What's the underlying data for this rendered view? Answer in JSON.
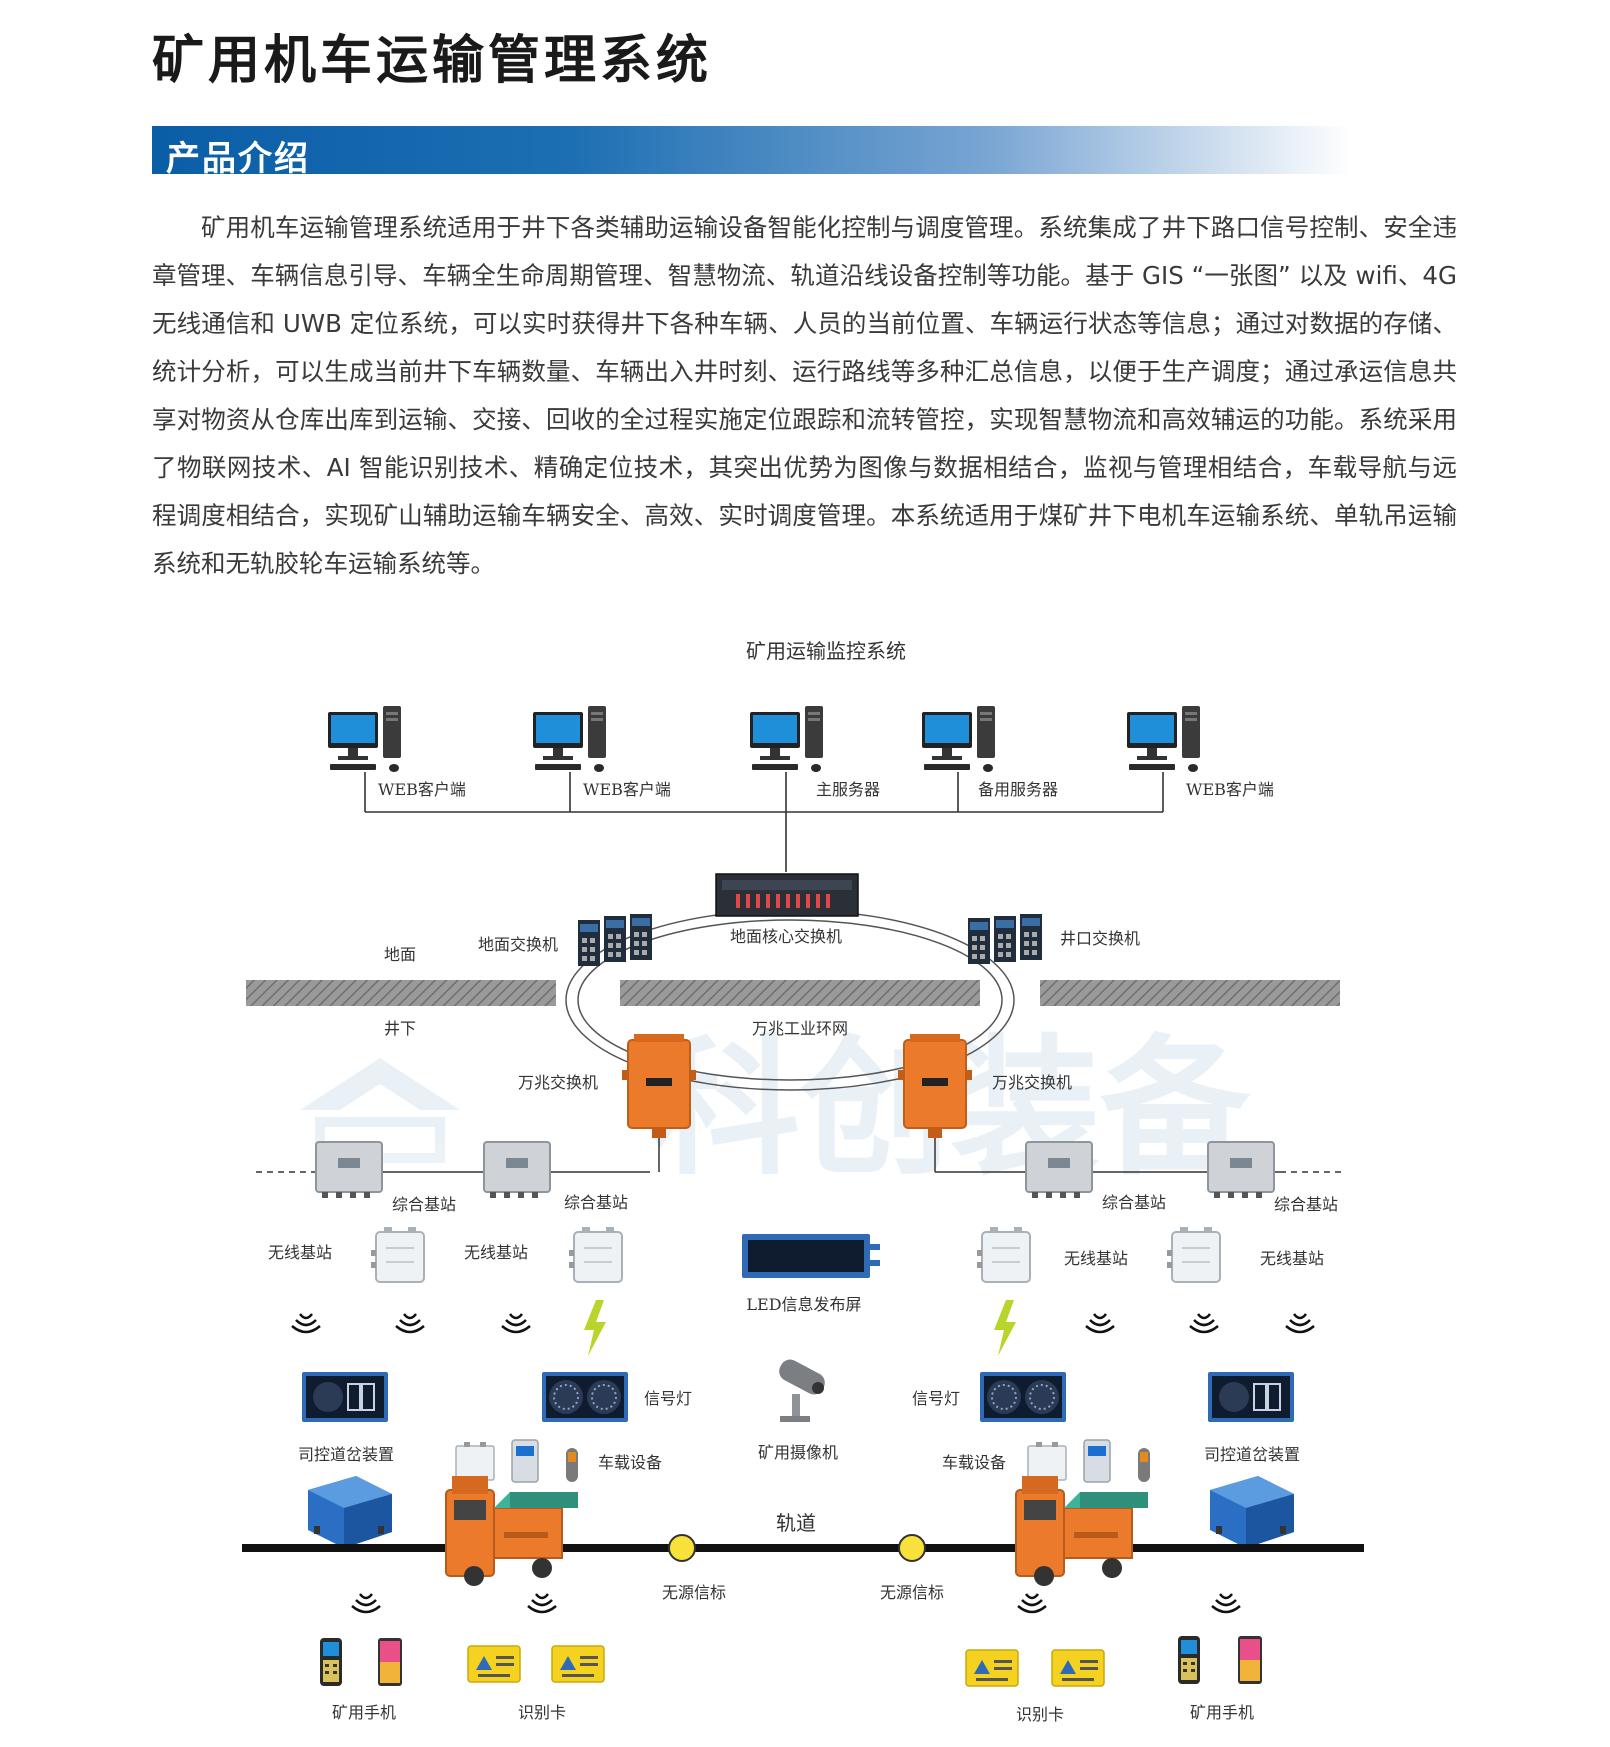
{
  "page": {
    "title": "矿用机车运输管理系统",
    "section_heading": "产品介绍",
    "intro_text": "矿用机车运输管理系统适用于井下各类辅助运输设备智能化控制与调度管理。系统集成了井下路口信号控制、安全违章管理、车辆信息引导、车辆全生命周期管理、智慧物流、轨道沿线设备控制等功能。基于 GIS “一张图” 以及 wifi、4G 无线通信和 UWB 定位系统，可以实时获得井下各种车辆、人员的当前位置、车辆运行状态等信息；通过对数据的存储、统计分析，可以生成当前井下车辆数量、车辆出入井时刻、运行路线等多种汇总信息，以便于生产调度；通过承运信息共享对物资从仓库出库到运输、交接、回收的全过程实施定位跟踪和流转管控，实现智慧物流和高效辅运的功能。系统采用了物联网技术、AI 智能识别技术、精确定位技术，其突出优势为图像与数据相结合，监视与管理相结合，车载导航与远程调度相结合，实现矿山辅助运输车辆安全、高效、实时调度管理。本系统适用于煤矿井下电机车运输系统、单轨吊运输系统和无轨胶轮车运输系统等。"
  },
  "diagram": {
    "title": "矿用运输监控系统",
    "computers": [
      "WEB客户端",
      "WEB客户端",
      "主服务器",
      "备用服务器",
      "WEB客户端"
    ],
    "core_switch": "地面核心交换机",
    "ground_switch": "地面交换机",
    "shaft_switch": "井口交换机",
    "ground": "地面",
    "underground": "井下",
    "ring_network": "万兆工业环网",
    "gigabit_switch": "万兆交换机",
    "base_station": "综合基站",
    "wireless_station": "无线基站",
    "led_screen": "LED信息发布屏",
    "signal_light": "信号灯",
    "switch_device": "司控道岔装置",
    "vehicle_device": "车载设备",
    "camera": "矿用摄像机",
    "track": "轨道",
    "beacon": "无源信标",
    "phone": "矿用手机",
    "id_card": "识别卡",
    "watermark": "科创装备",
    "colors": {
      "accent_blue": "#0a5ea6",
      "explosion_proof_orange": "#ec7a2b",
      "beacon_yellow": "#f7e13a",
      "card_yellow": "#f5d21f",
      "led_blue": "#2f6ab7"
    }
  }
}
